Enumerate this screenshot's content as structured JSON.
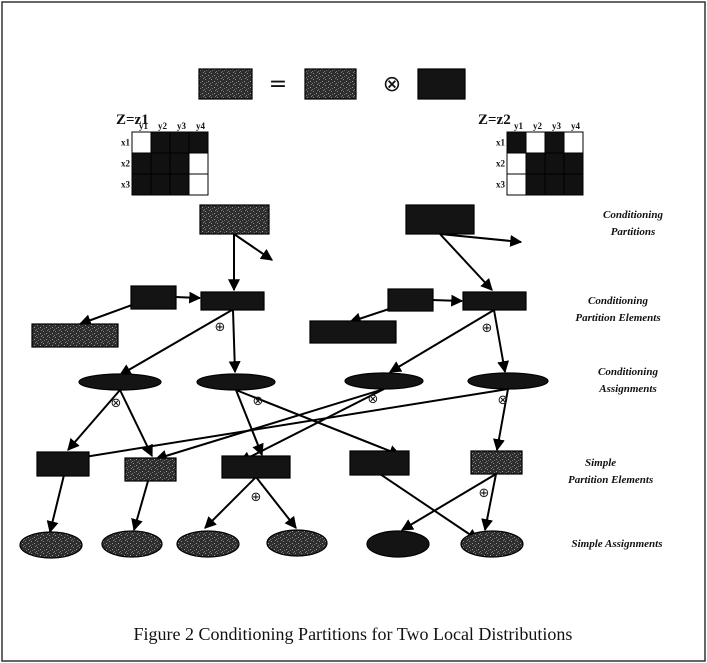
{
  "equation": {
    "equals": "=",
    "otimes": "⊗"
  },
  "table_left": {
    "title": "Z=z1",
    "cols": [
      "y1",
      "y2",
      "y3",
      "y4"
    ],
    "rows": [
      "x1",
      "x2",
      "x3"
    ],
    "cells": [
      [
        0,
        1,
        1,
        1
      ],
      [
        1,
        1,
        1,
        0
      ],
      [
        1,
        1,
        1,
        0
      ]
    ]
  },
  "table_right": {
    "title": "Z=z2",
    "cols": [
      "y1",
      "y2",
      "y3",
      "y4"
    ],
    "rows": [
      "x1",
      "x2",
      "x3"
    ],
    "cells": [
      [
        1,
        0,
        1,
        0
      ],
      [
        0,
        1,
        1,
        1
      ],
      [
        0,
        1,
        1,
        1
      ]
    ]
  },
  "levels": {
    "conditioning_partitions": [
      "Conditioning",
      "Partitions"
    ],
    "conditioning_partition_elements": [
      "Conditioning",
      "Partition Elements"
    ],
    "conditioning_assignments": [
      "Conditioning",
      "Assignments"
    ],
    "simple_partition_elements": [
      "Simple",
      "Partition Elements"
    ],
    "simple_assignments": [
      "Simple Assignments"
    ]
  },
  "operators": {
    "oplus": "⊕",
    "otimes": "⊗"
  },
  "caption": "Figure 2 Conditioning Partitions for Two Local Distributions"
}
